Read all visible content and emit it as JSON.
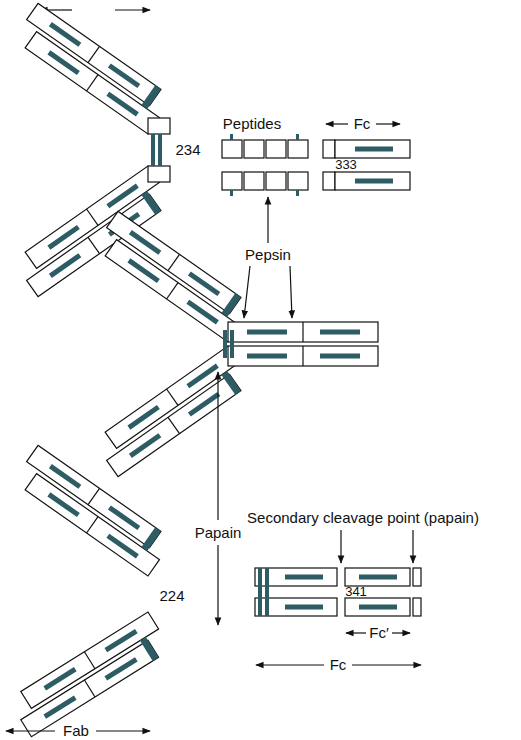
{
  "diagram": {
    "labels": [
      "Peptides",
      "Fc",
      "234",
      "333",
      "Pepsin",
      "Papain",
      "Secondary cleavage point (papain)",
      "224",
      "341",
      "Fc′",
      "Fc",
      "Fab"
    ]
  }
}
